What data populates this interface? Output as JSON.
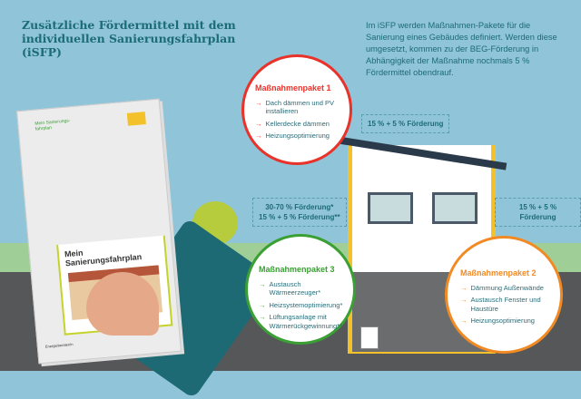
{
  "header": {
    "title": "Zusätzliche Fördermittel mit dem individuellen Sanierungsfahrplan (iSFP)",
    "intro": "Im iSFP werden Maßnahmen-Pakete für die Sanierung eines Gebäudes definiert. Werden diese umgesetzt, kommen zu der BEG-Förderung in Abhängigkeit der Maßnahme nochmals 5 % Fördermittel obendrauf."
  },
  "document": {
    "logo": "Mein Sanierungs-fahrplan",
    "title": "Mein Sanierungsfahrplan",
    "footer": "Energieberater/in"
  },
  "tags": {
    "roof": "15 % + 5 % Förderung",
    "heating_1": "30-70 % Förderung*",
    "heating_2": "15 % + 5 % Förderung**",
    "wall": "15 % + 5 % Förderung"
  },
  "packages": [
    {
      "title": "Maßnahmenpaket 1",
      "color": "#e8322a",
      "items": [
        "Dach dämmen und PV installieren",
        "Kellerdecke dämmen",
        "Heizungsoptimierung"
      ]
    },
    {
      "title": "Maßnahmenpaket 2",
      "color": "#f28a24",
      "items": [
        "Dämmung Außenwände",
        "Austausch Fenster und Haustüre",
        "Heizungsoptimierung"
      ]
    },
    {
      "title": "Maßnahmenpaket 3",
      "color": "#3aa033",
      "items": [
        "Austausch Wärmeerzeuger*",
        "Heizsystemoptimierung*",
        "Lüftungsanlage mit Wärmerückgewinnung**"
      ]
    }
  ]
}
